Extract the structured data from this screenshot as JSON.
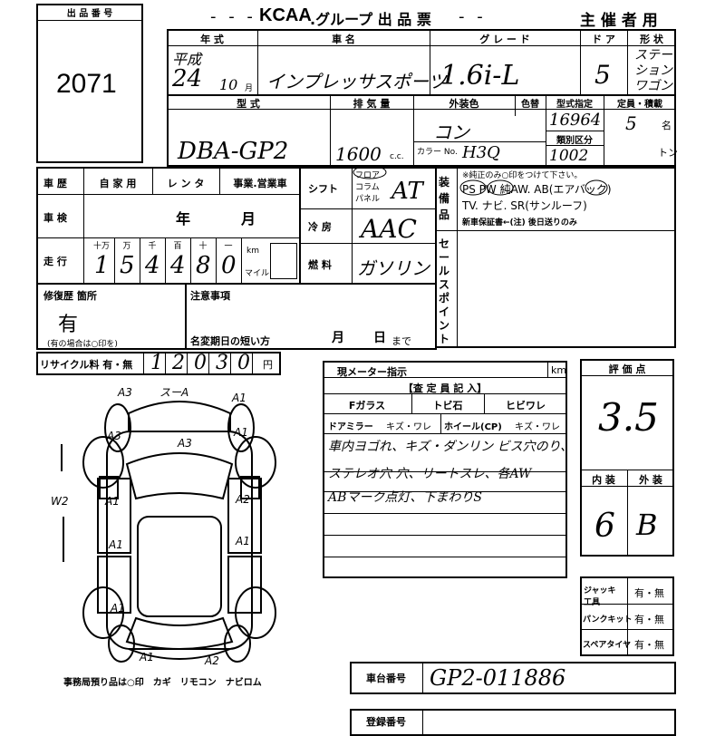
{
  "lot": {
    "label": "出 品 番 号",
    "number": "2071"
  },
  "header": {
    "brand": "KCAA",
    "title": ".グループ 出 品 票",
    "organizer": "主 催 者 用"
  },
  "row1": {
    "year_label": "年 式",
    "name_label": "車 名",
    "grade_label": "グ レ ー ド",
    "doors_label": "ド ア",
    "shape_label": "形 状",
    "era": "平成",
    "year": "24",
    "month": "10",
    "month_unit": "月",
    "name": "インプレッサスポーツ",
    "grade": "1.6i-L",
    "doors": "5",
    "shape_line1": "ステー",
    "shape_line2": "ション",
    "shape_line3": "ワゴン"
  },
  "row2": {
    "model_label": "型 式",
    "disp_label": "排 気 量",
    "ext_color_label": "外装色",
    "color_change_label": "色替",
    "type_label": "型式指定",
    "class_label": "類別区分",
    "capacity_label": "定員・積載",
    "capacity_unit": "名",
    "load_unit": "トン",
    "model": "DBA-GP2",
    "displacement": "1600",
    "cc": "c.c.",
    "color": "コン",
    "color_no_label": "カラー No.",
    "color_no": "H3Q",
    "type_no": "16964",
    "class_no": "1002",
    "capacity": "5"
  },
  "history": {
    "label": "車 歴",
    "options": [
      "自 家 用",
      "レ ン タ",
      "事業.営業車"
    ],
    "inspection_label": "車 検",
    "year_unit": "年",
    "month_unit": "月",
    "mileage_label": "走 行",
    "digit_units": [
      "十万",
      "万",
      "千",
      "百",
      "十",
      "一"
    ],
    "mileage_digits": [
      "1",
      "5",
      "4",
      "4",
      "8",
      "0"
    ],
    "km": "km",
    "mile": "マイル"
  },
  "shift": {
    "label": "シフト",
    "options": [
      "フロア",
      "コラム",
      "パネル"
    ],
    "value": "AT"
  },
  "ac": {
    "label": "冷 房",
    "value": "AAC"
  },
  "fuel": {
    "label": "燃 料",
    "value": "ガソリン"
  },
  "equipment": {
    "label": "装備品",
    "note": "※純正のみ○印をつけて下さい。",
    "line1": "PS PW 純AW. AB(エアバック)",
    "line2": "TV. ナビ. SR(サンルーフ)",
    "line3": "新車保証書←(注) 後日送りのみ"
  },
  "sale_point_label": "セールスポイント",
  "repair": {
    "label": "修復歴 箇所",
    "value": "有",
    "note": "(有の場合は○印を)"
  },
  "notes": {
    "label": "注意事項",
    "deadline": "名変期日の短い方",
    "month": "月",
    "day": "日",
    "until": "まで"
  },
  "recycle": {
    "label": "リサイクル料 有・無",
    "digits": [
      "1",
      "2",
      "0",
      "3",
      "0"
    ],
    "unit": "円"
  },
  "meter": {
    "label": "現メーター指示",
    "unit": "km"
  },
  "inspector": {
    "title": "【査 定 員 記 入】",
    "glass": "Fガラス",
    "stone": "トビ石",
    "crack": "ヒビワレ",
    "mirror": "ドアミラー",
    "mirror_opt": "キズ・ワレ",
    "wheel": "ホイール(CP)",
    "wheel_opt": "キズ・ワレ",
    "comments": [
      "車内ヨゴれ、キズ・ダンリン ビス穴のり、",
      "ステレオ穴 穴、リートスレ、各AW",
      "ABマーク点灯、下まわりS"
    ]
  },
  "rating": {
    "label": "評 価 点",
    "score": "3.5",
    "interior_label": "内 装",
    "exterior_label": "外 装",
    "interior": "6",
    "exterior": "B"
  },
  "tools": [
    {
      "label": "ジャッキ 工具",
      "value": "有・無"
    },
    {
      "label": "パンクキット",
      "value": "有・無"
    },
    {
      "label": "スペアタイヤ",
      "value": "有・無"
    }
  ],
  "chassis": {
    "label": "車台番号",
    "value": "GP2-011886"
  },
  "registration_label": "登録番号",
  "diagram": {
    "marks": [
      "A3",
      "スーA",
      "A1",
      "A3",
      "A3",
      "A1",
      "A1",
      "A2",
      "A1",
      "A1",
      "A1",
      "A2",
      "W2",
      "A1"
    ],
    "footer": "事務局預り品は○印　カギ　リモコン　ナビロム"
  }
}
